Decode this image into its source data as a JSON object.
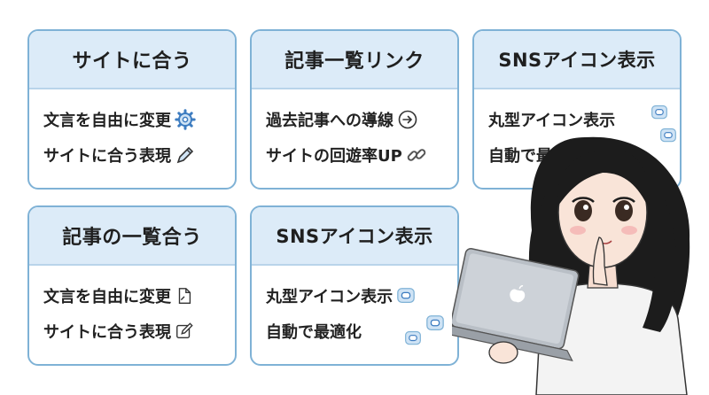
{
  "cards": [
    {
      "title": "サイトに合う",
      "lines": [
        "文言を自由に変更",
        "サイトに合う表現"
      ],
      "icons": [
        "gear-icon",
        "pencil-icon"
      ]
    },
    {
      "title": "記事一覧リンク",
      "lines": [
        "過去記事への導線",
        "サイトの回遊率UP"
      ],
      "icons": [
        "arrow-right-circle-icon",
        "link-icon"
      ]
    },
    {
      "title": "SNSアイコン表示",
      "lines": [
        "丸型アイコン表示",
        "自動で最適化"
      ],
      "icons": [
        "chat-bubble-icon",
        "chat-bubble-icon"
      ]
    },
    {
      "title": "記事の一覧合う",
      "lines": [
        "文言を自由に変更",
        "サイトに合う表現"
      ],
      "icons": [
        "document-icon",
        "edit-icon"
      ]
    },
    {
      "title": "SNSアイコン表示",
      "lines": [
        "丸型アイコン表示",
        "自動で最適化"
      ],
      "icons": [
        "chat-bubble-icon",
        "chat-bubble-icon"
      ]
    }
  ],
  "colors": {
    "border": "#7fb2d6",
    "header_bg": "#dcebf8",
    "text": "#222222"
  }
}
